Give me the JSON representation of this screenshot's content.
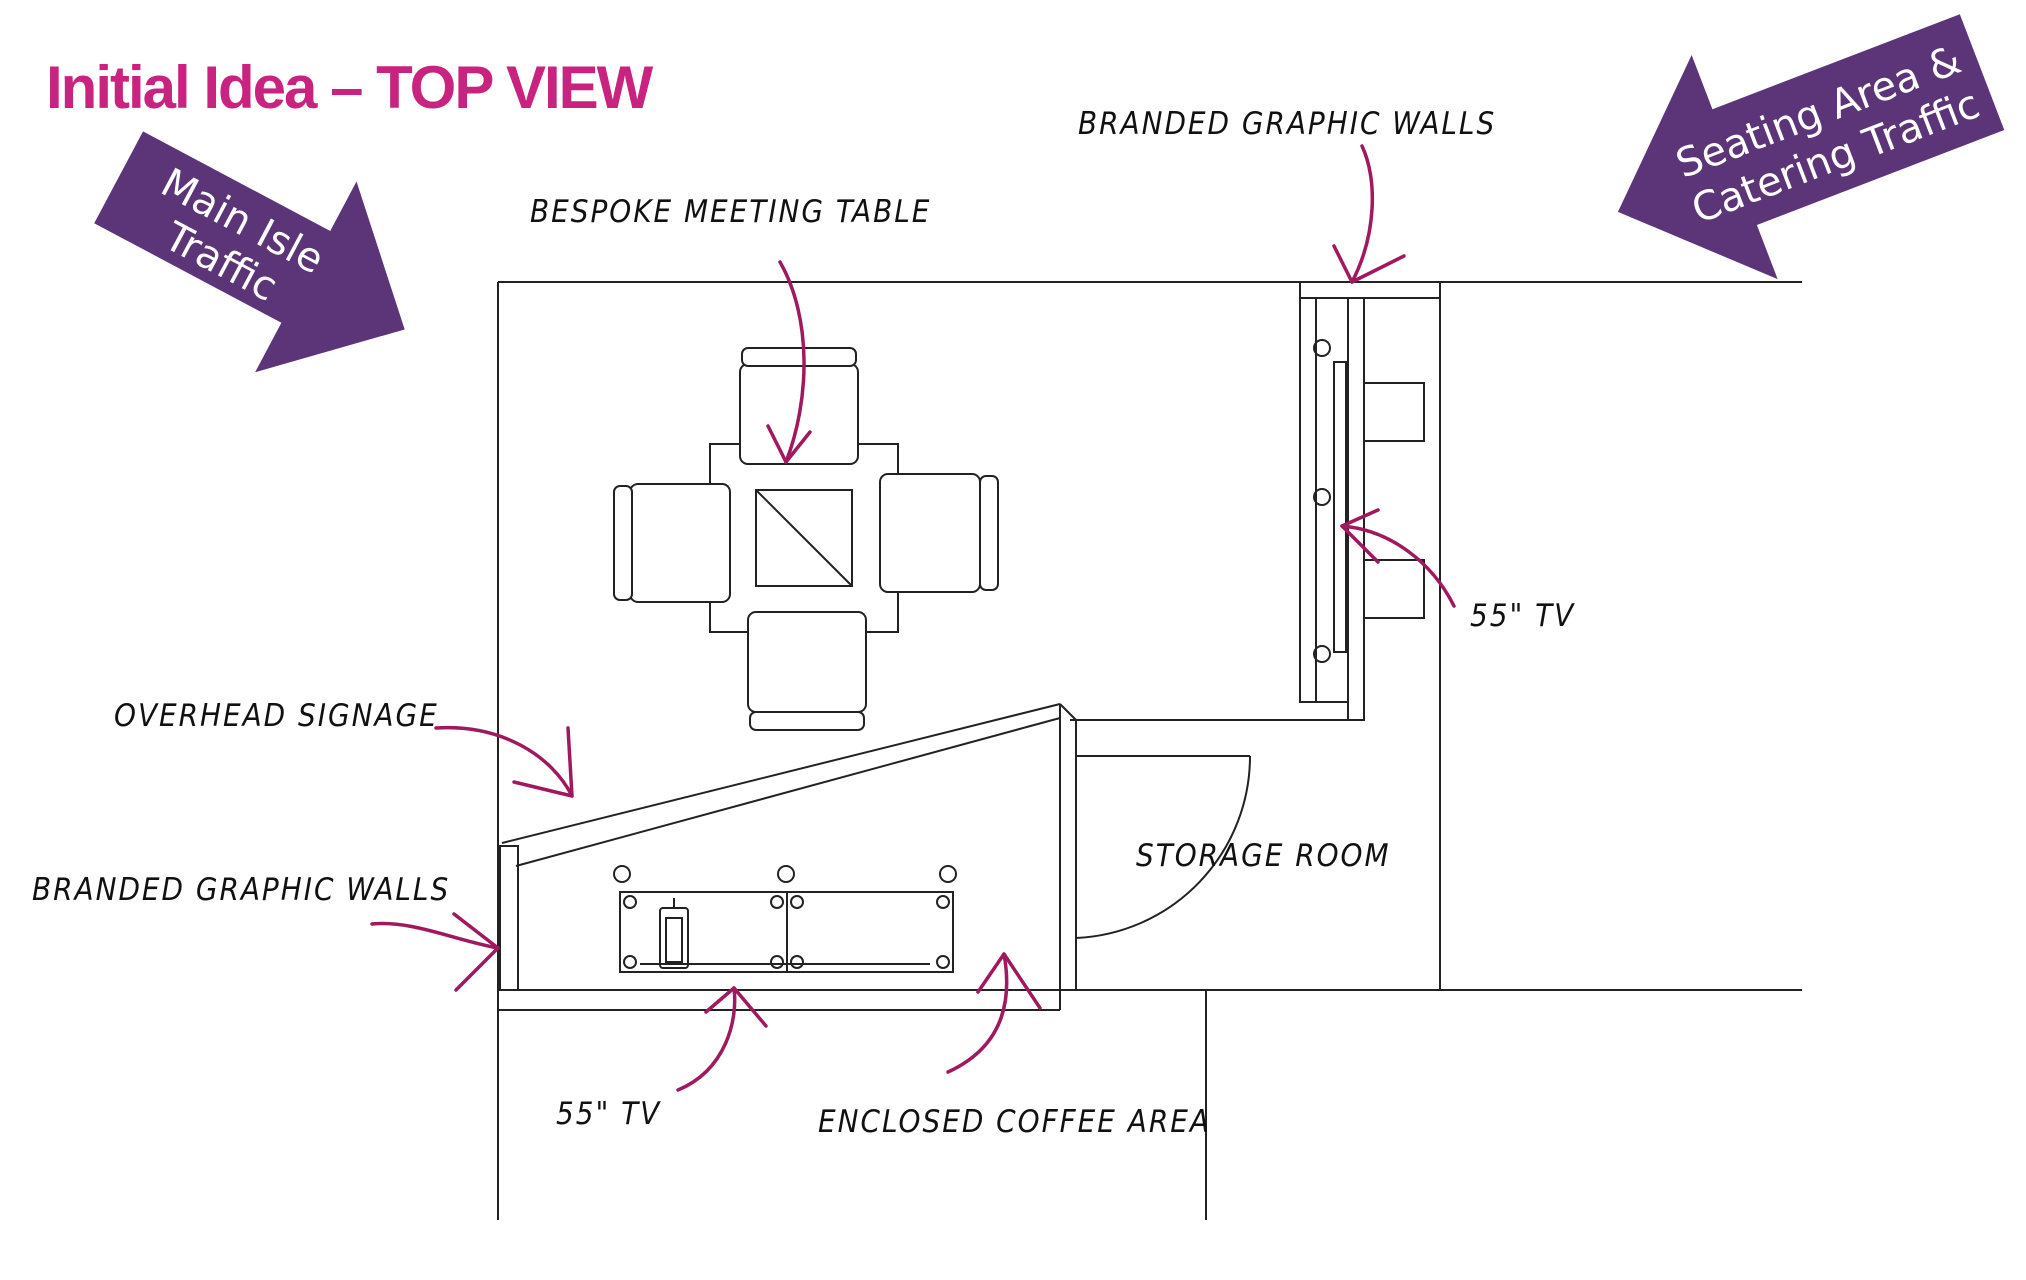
{
  "title": "Initial Idea – TOP VIEW",
  "traffic_arrows": {
    "main": [
      "Main Isle",
      "Traffic"
    ],
    "seating": [
      "Seating Area &",
      "Catering Traffic"
    ]
  },
  "labels": {
    "meeting_table": "BESPOKE MEETING TABLE",
    "graphic_walls_top": "BRANDED GRAPHIC WALLS",
    "tv_right": "55\" TV",
    "overhead_signage": "OVERHEAD SIGNAGE",
    "graphic_walls_left": "BRANDED GRAPHIC WALLS",
    "storage_room": "STORAGE ROOM",
    "tv_bottom": "55\" TV",
    "coffee_area": "ENCLOSED COFFEE AREA"
  },
  "colors": {
    "title": "#c8237f",
    "arrow_fill": "#5b3577",
    "arrow_text": "#ffffff",
    "pointer": "#a0185e",
    "line": "#222222"
  }
}
